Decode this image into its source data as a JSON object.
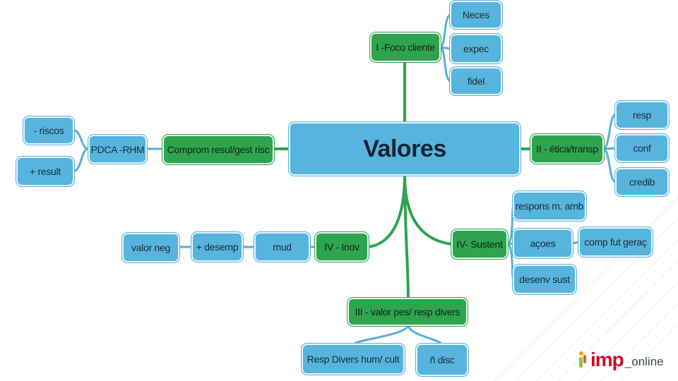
{
  "mindmap": {
    "root": "Valores",
    "foco_cliente": {
      "label": "I -Foco cliente",
      "items": [
        "Neces",
        "expec",
        "fidel"
      ]
    },
    "etica": {
      "label": "II - ética/transp",
      "items": [
        "resp",
        "conf",
        "credib"
      ]
    },
    "comprom": {
      "label": "Comprom resul/gest risc",
      "pdca": "PDCA -RHM",
      "items": [
        "- riscos",
        "+ result"
      ]
    },
    "inov": {
      "label": "IV - Inov",
      "chain": [
        "mud",
        "+ desemp",
        "valor neg"
      ]
    },
    "sustent": {
      "label": "IV- Sustent",
      "items": [
        "respons m. amb",
        "açoes",
        "desenv sust"
      ],
      "acoes_child": "comp fut geraç"
    },
    "valor_pes": {
      "label": "III - valor pes/ resp divers",
      "items": [
        "Resp Divers hum/ cult",
        "ñ disc"
      ]
    }
  },
  "logo": {
    "main": "imp",
    "suffix": "_online"
  },
  "colors": {
    "node_blue": "#57b4dd",
    "node_green": "#2ea44f",
    "link_green": "#2ea44f",
    "link_blue": "#5aaed6",
    "logo_red": "#c8102e"
  }
}
